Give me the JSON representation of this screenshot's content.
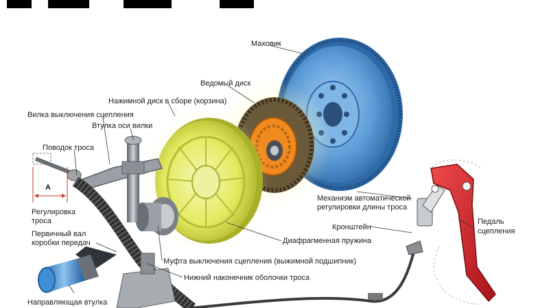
{
  "title_fragment": "",
  "colors": {
    "flywheel": "#5f9ed8",
    "flywheel_dark": "#2f6aa8",
    "pressure_plate": "#e6ec6a",
    "pressure_plate_dark": "#a8b028",
    "disc_hub": "#f08a1e",
    "pedal": "#d9232a",
    "metal": "#8a8f96",
    "guide": "#3d8fd6"
  },
  "labels": {
    "flywheel": "Маховик",
    "driven_disc": "Ведомый диск",
    "pressure_plate_assembly": "Нажимной диск в сборе (корзина)",
    "release_fork": "Вилка выключения сцепления",
    "fork_bushing": "Втулка оси вилки",
    "cable_leash": "Поводок троса",
    "dimension_a": "A",
    "cable_adjust_1": "Регулировка",
    "cable_adjust_2": "троса",
    "input_shaft_1": "Первичный вал",
    "input_shaft_2": "коробки передач",
    "guide_sleeve": "Направляющая втулка",
    "auto_adjust_1": "Механизм автоматической",
    "auto_adjust_2": "регулировки длины троса",
    "bracket": "Кронштейн",
    "pedal_1": "Педаль",
    "pedal_2": "сцепления",
    "diaphragm_spring": "Диафрагменная пружина",
    "release_bearing": "Муфта выключения сцепления (выжимной подшипник)",
    "cable_sheath_tip": "Нижний наконечник оболочки троса"
  }
}
